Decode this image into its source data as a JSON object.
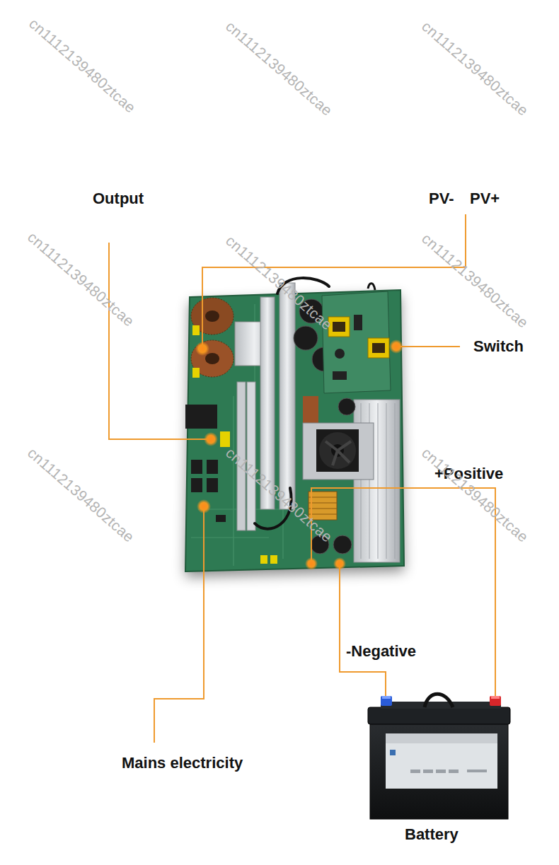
{
  "diagram": {
    "labels": [
      "cn1112139480ztcae",
      "cn1112139480ztcae",
      "cn1112139480ztcae",
      "Output",
      "PV-",
      "PV+",
      "cn1112139480ztcae",
      "cn1112139480ztcae",
      "cn1112139480ztcae",
      "Switch",
      "+Positive",
      "cn1112139480ztcae",
      "cn1112139480ztcae",
      "cn1112139480ztcae",
      "-Negative",
      "Mains electricity",
      "Battery"
    ]
  }
}
